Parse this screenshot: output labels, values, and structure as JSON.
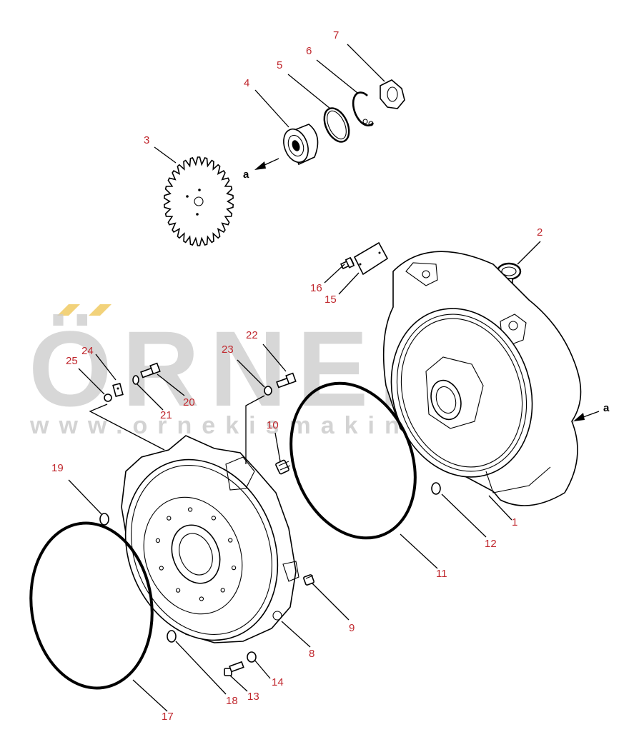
{
  "watermark": {
    "brand": "ÖRNEK",
    "url": "www.ornekismakina.com.tr",
    "accent_color": "#f2d27a",
    "text_color": "#cccccc"
  },
  "direction_labels": [
    {
      "id": "a-top",
      "text": "a"
    },
    {
      "id": "a-right",
      "text": "a"
    }
  ],
  "callouts": [
    {
      "id": 1,
      "label": "1"
    },
    {
      "id": 2,
      "label": "2"
    },
    {
      "id": 3,
      "label": "3"
    },
    {
      "id": 4,
      "label": "4"
    },
    {
      "id": 5,
      "label": "5"
    },
    {
      "id": 6,
      "label": "6"
    },
    {
      "id": 7,
      "label": "7"
    },
    {
      "id": 8,
      "label": "8"
    },
    {
      "id": 9,
      "label": "9"
    },
    {
      "id": 10,
      "label": "10"
    },
    {
      "id": 11,
      "label": "11"
    },
    {
      "id": 12,
      "label": "12"
    },
    {
      "id": 13,
      "label": "13"
    },
    {
      "id": 14,
      "label": "14"
    },
    {
      "id": 15,
      "label": "15"
    },
    {
      "id": 16,
      "label": "16"
    },
    {
      "id": 17,
      "label": "17"
    },
    {
      "id": 18,
      "label": "18"
    },
    {
      "id": 19,
      "label": "19"
    },
    {
      "id": 20,
      "label": "20"
    },
    {
      "id": 21,
      "label": "21"
    },
    {
      "id": 22,
      "label": "22"
    },
    {
      "id": 23,
      "label": "23"
    },
    {
      "id": 24,
      "label": "24"
    },
    {
      "id": 25,
      "label": "25"
    }
  ],
  "colors": {
    "callout": "#c0272d",
    "line": "#000000",
    "background": "#ffffff"
  }
}
